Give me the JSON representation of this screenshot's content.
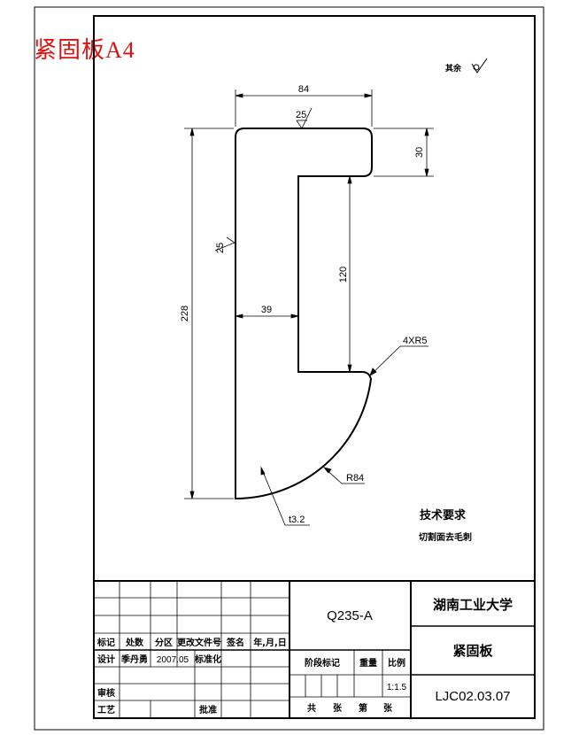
{
  "header": {
    "title": "紧固板A4"
  },
  "roughness": {
    "rest_label": "其余",
    "top_value": "25",
    "left_value": "25"
  },
  "dimensions": {
    "width_top": "84",
    "height_top": "30",
    "slot_height": "120",
    "overall_height": "228",
    "web_width": "39",
    "corner_radius": "4XR5",
    "arc_radius": "R84",
    "thickness": "t3.2"
  },
  "notes": {
    "heading": "技术要求",
    "line1": "切割面去毛刺"
  },
  "title_block": {
    "material": "Q235-A",
    "school": "湖南工业大学",
    "part_name": "紧固板",
    "drawing_no": "LJC02.03.07",
    "scale": "1:1.5",
    "h_mark": "标记",
    "h_count": "处数",
    "h_zone": "分区",
    "h_docno": "更改文件号",
    "h_sign": "签名",
    "h_date": "年,月,日",
    "r_design": "设计",
    "designer": "季丹勇",
    "design_date": "2007.05",
    "r_standard": "标准化",
    "r_stage": "阶段标记",
    "r_weight": "重量",
    "r_scale": "比例",
    "r_check": "审核",
    "r_process": "工艺",
    "r_approve": "批准",
    "f_total": "共",
    "f_sheet": "张",
    "f_no": "第",
    "f_sheet2": "张"
  }
}
